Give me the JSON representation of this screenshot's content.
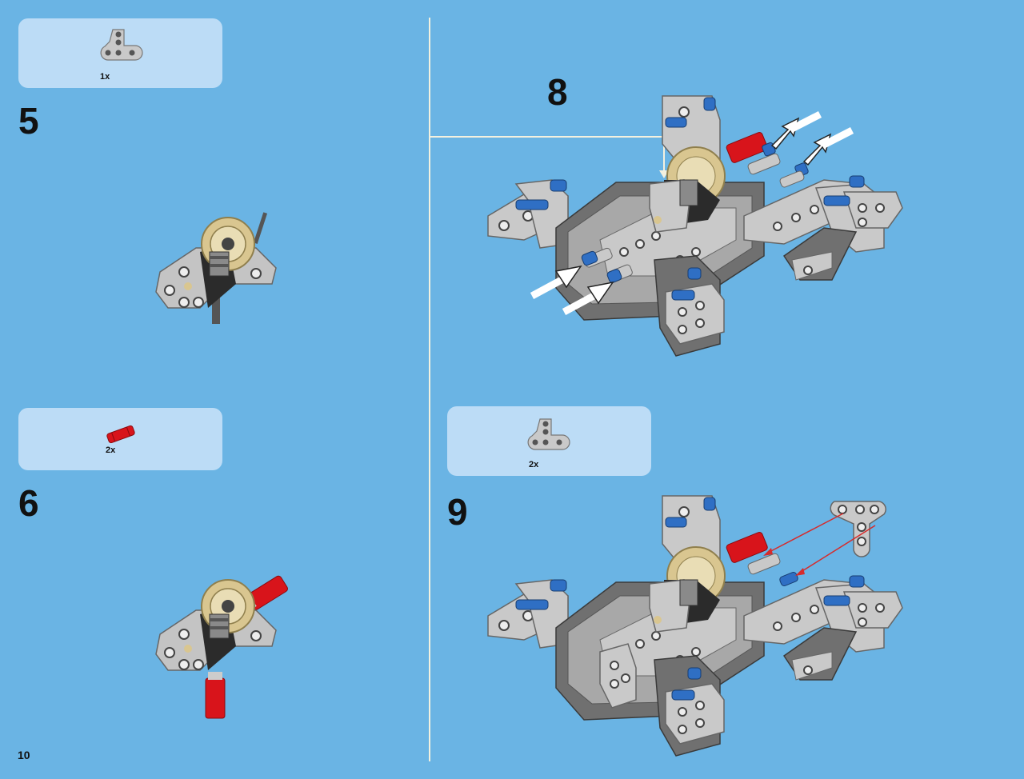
{
  "page": {
    "number": "10"
  },
  "steps": [
    {
      "number": "5",
      "parts_qty": "1x",
      "part": "t-beam-icon"
    },
    {
      "number": "6",
      "parts_qty": "2x",
      "part": "red-axle-connector-icon"
    },
    {
      "number": "8"
    },
    {
      "number": "9",
      "parts_qty": "2x",
      "part": "t-beam-icon"
    }
  ],
  "colors": {
    "background": "#6ab4e4",
    "parts_panel": "#bcdcf6",
    "light_gray": "#c9c9c9",
    "dark_gray": "#6e6e6e",
    "pin_blue": "#2f6fc4",
    "axle_red": "#d8141b",
    "gear_tan": "#d9c690",
    "arrow_red": "#d62b2b"
  }
}
